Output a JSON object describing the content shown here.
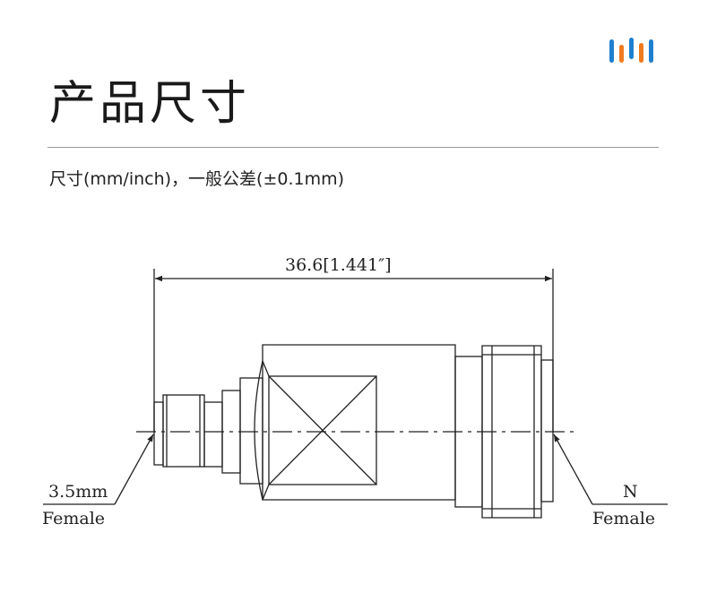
{
  "header": {
    "title": "产品尺寸",
    "logo_icon": "brand-bars-icon",
    "logo_colors": [
      "#1f7fd0",
      "#f07a1f",
      "#1f7fd0",
      "#f07a1f",
      "#1f7fd0"
    ]
  },
  "subtitle": "尺寸(mm/inch)，一般公差(±0.1mm)",
  "drawing": {
    "overall_length": "36.6[1.441″]",
    "left_port": {
      "size": "3.5mm",
      "gender": "Female"
    },
    "right_port": {
      "type": "N",
      "gender": "Female"
    },
    "line_color": "#222222"
  }
}
